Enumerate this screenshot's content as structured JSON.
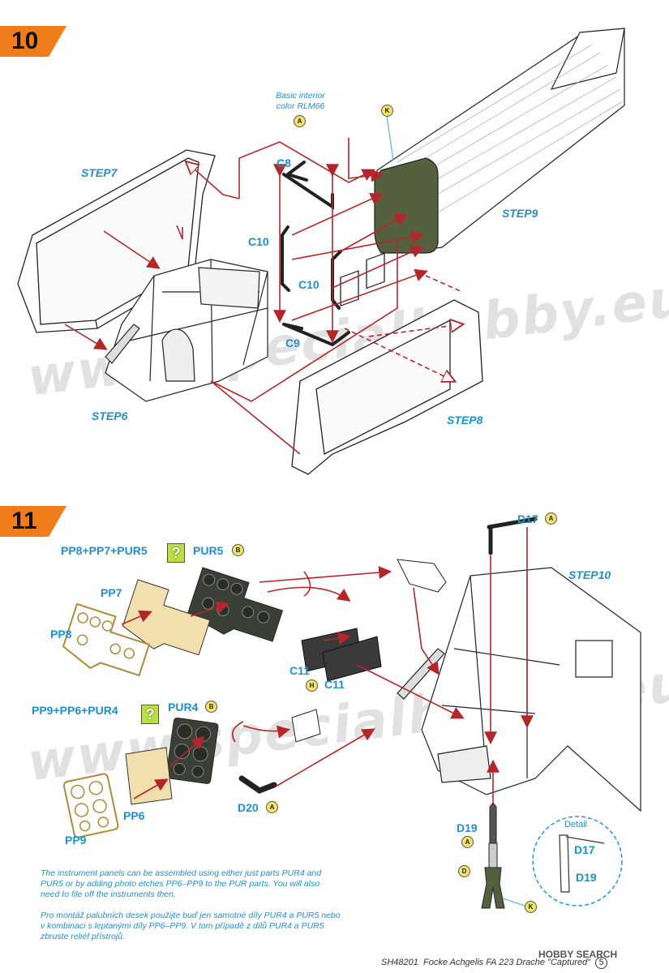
{
  "step10": {
    "number": "10",
    "color_note": [
      "Basic interior",
      "color RLM66"
    ],
    "labels": {
      "step7": "STEP7",
      "step6": "STEP6",
      "step8": "STEP8",
      "step9": "STEP9",
      "c8": "C8",
      "c10a": "C10",
      "c10b": "C10",
      "c9": "C9"
    },
    "badges": {
      "k": "K",
      "a": "A"
    }
  },
  "step11": {
    "number": "11",
    "labels": {
      "pp8_pp7_pur5": "PP8+PP7+PUR5",
      "pur5": "PUR5",
      "pp7": "PP7",
      "pp8": "PP8",
      "pp9_pp6_pur4": "PP9+PP6+PUR4",
      "pur4": "PUR4",
      "pp6": "PP6",
      "pp9": "PP9",
      "c11a": "C11",
      "c11b": "C11",
      "d17": "D17",
      "d20": "D20",
      "d19": "D19",
      "step10": "STEP10",
      "detail": "Detail",
      "detail_d17": "D17",
      "detail_d19": "D19"
    },
    "badges": {
      "a": "A",
      "b": "B",
      "h": "H",
      "d": "D",
      "k": "K"
    },
    "question": "?",
    "notes": {
      "en": "The instrument panels can be assembled using either just parts PUR4 and PUR5 or by adding photo etches PP6–PP9 to the PUR parts. You will also need to file off the instruments then.",
      "cz": "Pro montáž palubních desek použijte buď jen samotné díly PUR4 a PUR5 nebo v kombinaci s leptanými díly PP6–PP9. V tom případě z dílů PUR4 a PUR5 zbruste reliéf přístrojů."
    }
  },
  "watermark": "www.specialhobby.eu",
  "footer": {
    "code": "SH48201",
    "title": "Focke Achgelis FA 223 Drache \"Captured\"",
    "page": "5",
    "brand": "HOBBY SEARCH"
  },
  "colors": {
    "accent": "#1f8fd0",
    "arrow": "#b5262b",
    "tab": "#f07c1a",
    "panel": "#f2dfae",
    "bulkhead": "#55603f"
  }
}
